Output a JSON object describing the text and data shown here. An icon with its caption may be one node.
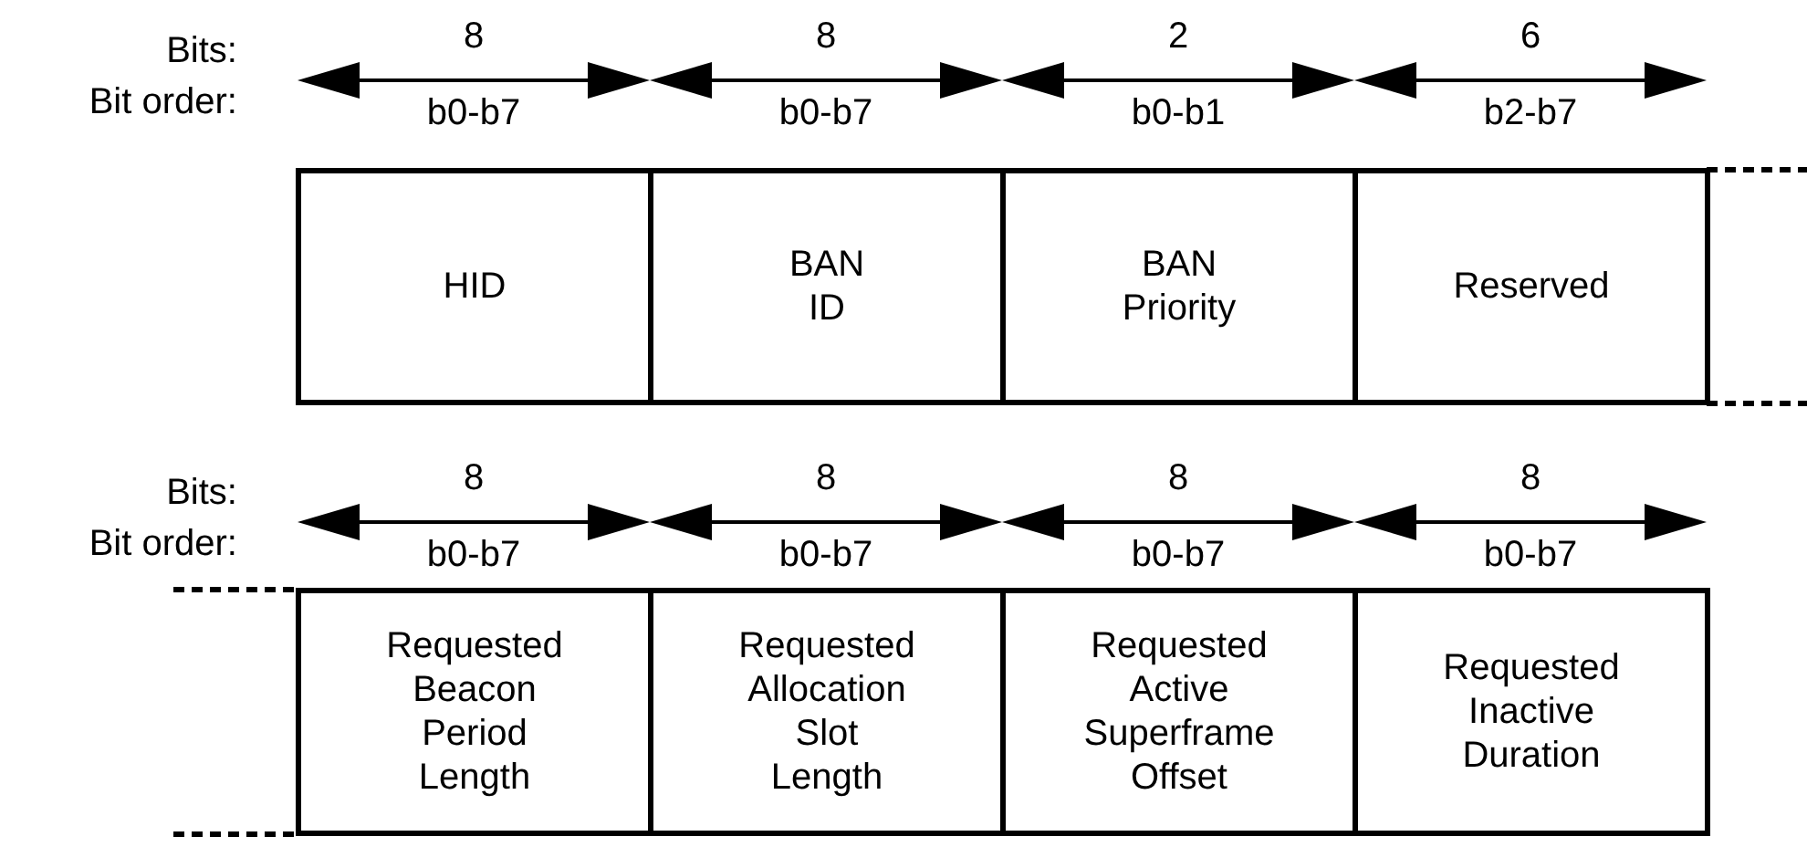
{
  "diagram": {
    "nodes": [
      {
        "text": [
          "HID"
        ]
      },
      {
        "text": [
          "BAN ID"
        ]
      },
      {
        "text": [
          "BAN Priority"
        ]
      },
      {
        "text": [
          "Reserved"
        ]
      },
      {
        "text": [
          "Requested Beacon Period Length"
        ]
      },
      {
        "text": [
          "Requested Allocation Slot Length"
        ]
      },
      {
        "text": [
          "Requested Active Superframe Offset"
        ]
      },
      {
        "text": [
          "Requested Inactive Duration"
        ]
      }
    ],
    "edges": [],
    "labels": [
      "Bits:",
      "8",
      "8",
      "2",
      "6",
      "Bit order:",
      "b0-b7",
      "b0-b7",
      "b0-b1",
      "b2-b7",
      "Bits:",
      "8",
      "8",
      "8",
      "8",
      "Bit order:",
      "b0-b7",
      "b0-b7",
      "b0-b7",
      "b0-b7"
    ]
  }
}
